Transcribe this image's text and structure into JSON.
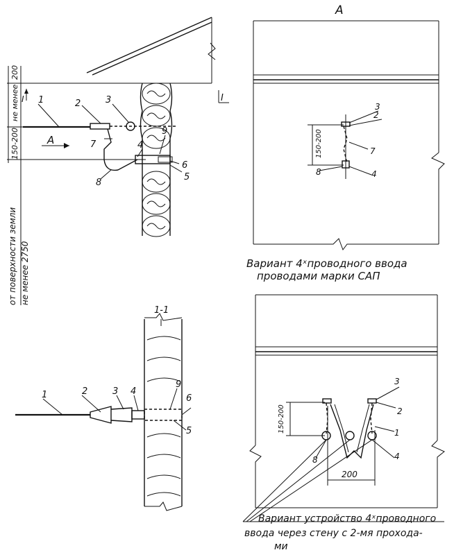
{
  "view_letter": "A",
  "dims": {
    "min_200": "200",
    "min_label": "не менее",
    "span_150_200": "150-200",
    "ground_line1": "от поверхности земли",
    "ground_line2": "не менее 2750",
    "span_200": "200"
  },
  "section_labels": {
    "marker": "I",
    "marker_num": "1",
    "section_1_1": "1-1"
  },
  "callouts": [
    "1",
    "2",
    "3",
    "4",
    "5",
    "6",
    "7",
    "8",
    "9"
  ],
  "captions": {
    "variant_sap_line1": "Вариант 4ˣпроводного ввода",
    "variant_sap_line2": "проводами марки САП",
    "variant_wall_line1": "Вариант устройство 4ˣпроводного",
    "variant_wall_line2": "ввода через стену с 2-мя проходa-",
    "variant_wall_line3": "ми"
  }
}
